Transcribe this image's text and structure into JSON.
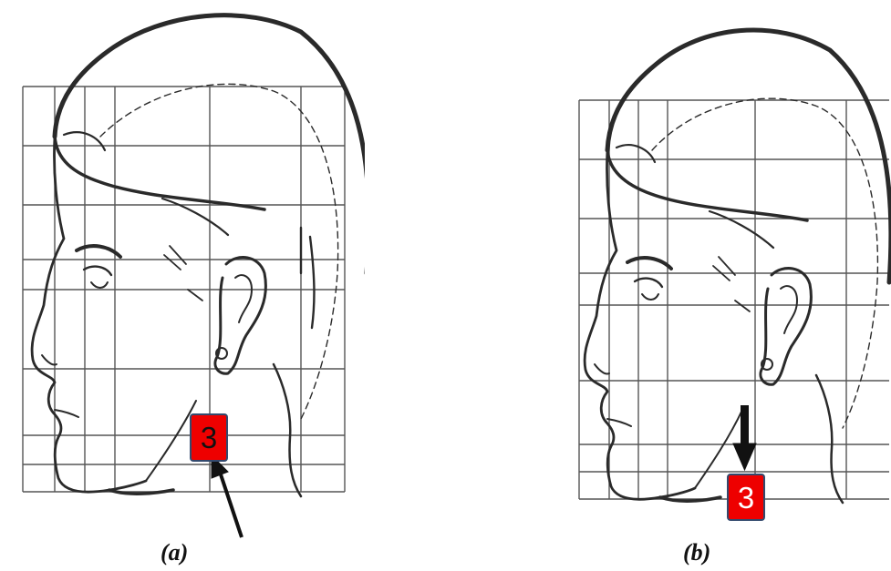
{
  "panels": [
    {
      "caption": "(a)",
      "marker_label": "3",
      "arrow_direction": "up-left",
      "marker_color": "#ee0000"
    },
    {
      "caption": "(b)",
      "marker_label": "3",
      "arrow_direction": "down",
      "marker_color": "#ee0000"
    }
  ],
  "colors": {
    "line": "#2a2a2a",
    "grid": "#555555",
    "marker_fill": "#ee0000",
    "marker_border": "#334a6e"
  }
}
